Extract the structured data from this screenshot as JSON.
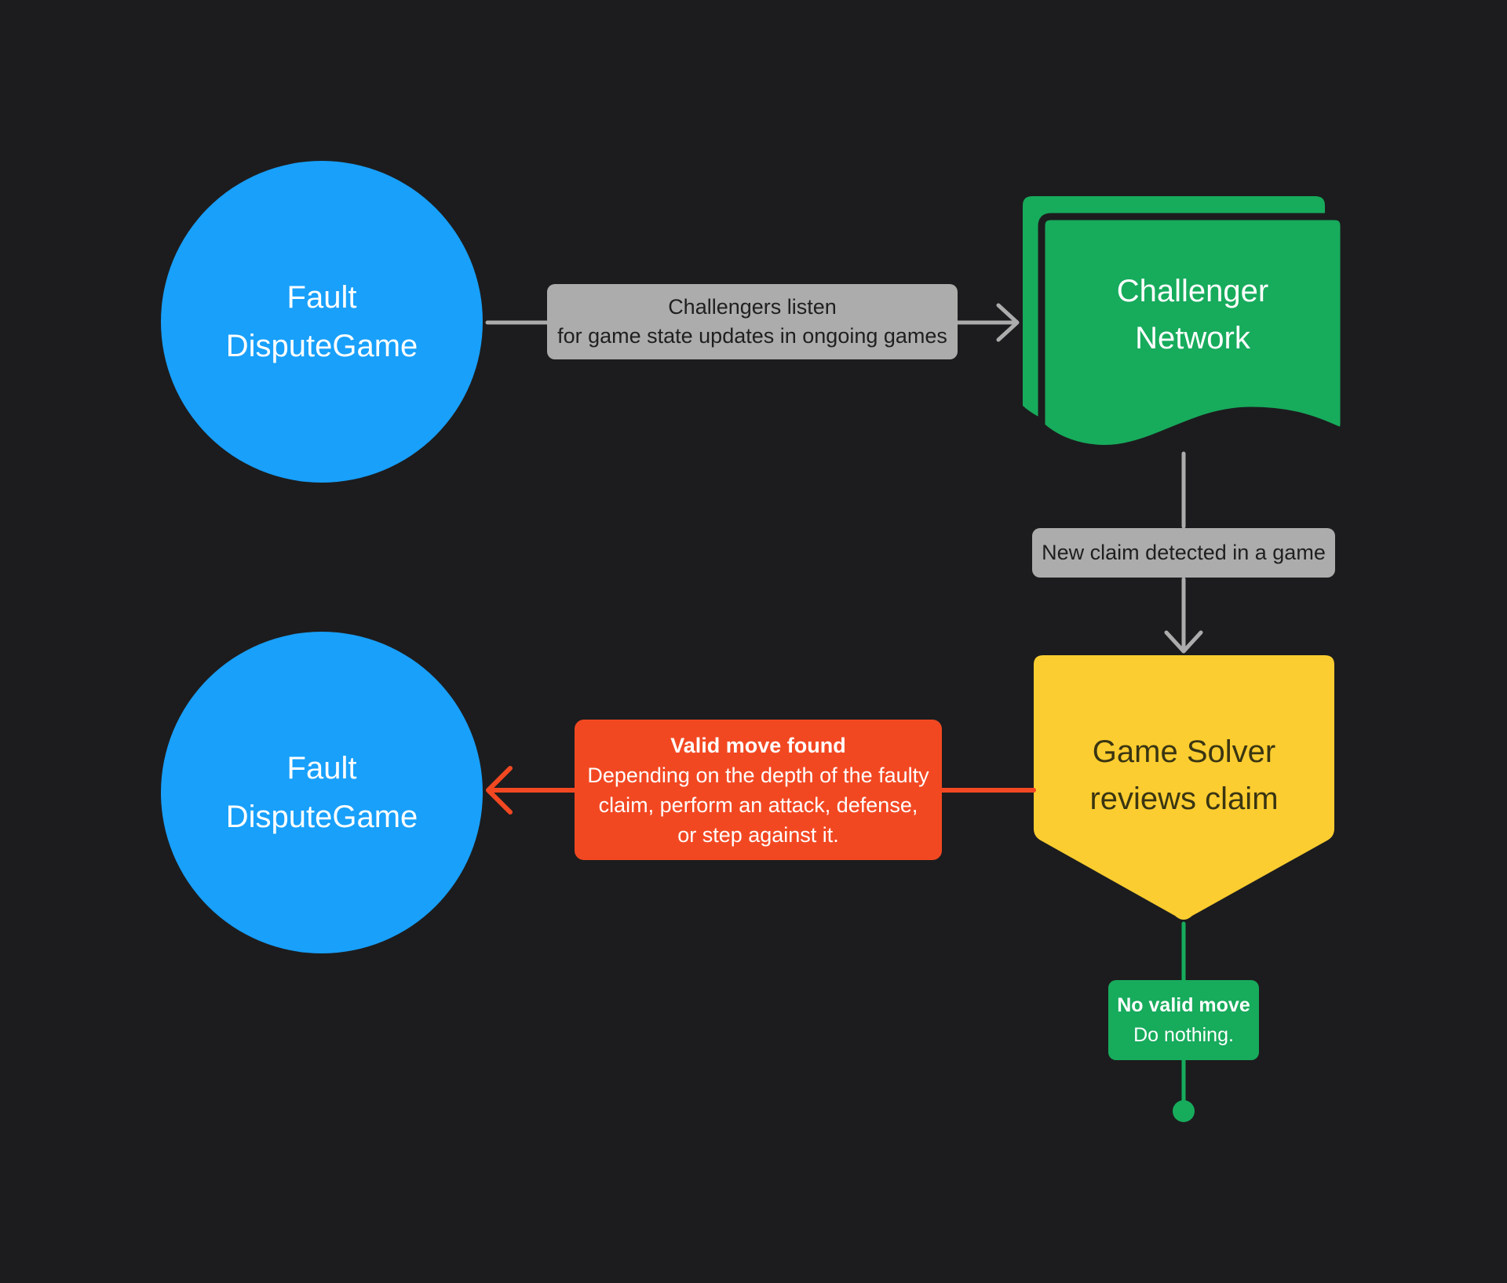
{
  "canvas": {
    "background": "#1C1C1E"
  },
  "palette": {
    "blue": "#18A0FB",
    "green": "#17AB5C",
    "yellow": "#FBCD30",
    "red": "#F24822",
    "gray": "#ACACAC",
    "dark_text": "#1F1F1F"
  },
  "nodes": {
    "fault_top": {
      "line1": "Fault",
      "line2": "DisputeGame"
    },
    "challenger_network": {
      "line1": "Challenger",
      "line2": "Network"
    },
    "game_solver": {
      "line1": "Game Solver",
      "line2": "reviews claim"
    },
    "fault_bottom": {
      "line1": "Fault",
      "line2": "DisputeGame"
    }
  },
  "labels": {
    "listen": {
      "line1": "Challengers listen",
      "line2": "for game state updates in ongoing games"
    },
    "new_claim": {
      "text": "New claim detected in a game"
    },
    "valid_move": {
      "title": "Valid move found",
      "line1": "Depending on the depth of the faulty",
      "line2": "claim, perform an attack, defense,",
      "line3": "or step against it."
    },
    "no_valid_move": {
      "title": "No valid move",
      "body": "Do nothing."
    }
  }
}
